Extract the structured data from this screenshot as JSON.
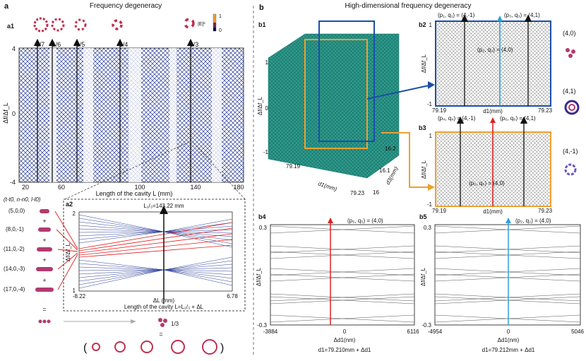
{
  "panel_a": {
    "label": "a",
    "title": "Frequency degeneracy",
    "a1": {
      "label": "a1",
      "colorbar": {
        "label": "|E|²",
        "max": "1",
        "min": "0"
      },
      "ylabel": "Δf/Δf_L",
      "yticks": [
        "4",
        "0",
        "-4"
      ],
      "xlabel": "Length of the cavity L (mm)",
      "xticks": [
        "20",
        "60",
        "100",
        "140",
        "180"
      ],
      "markers": [
        "1/7",
        "1/6",
        "1/5",
        "1/4",
        "1/3"
      ]
    },
    "a2": {
      "label": "a2",
      "title": "L₁/₃=143.22 mm",
      "ylabel": "Δf/Δf_L",
      "yticks": [
        "2",
        "1"
      ],
      "xticks": [
        "-8.22",
        "6.78"
      ],
      "xlabel": "ΔL (mm)",
      "footer": "Length of the cavity L=L₁/₃ + ΔL"
    },
    "modes_header": "(t-t0, n-n0, l-l0)",
    "modes": [
      "(5,0,0)",
      "(8,0,-1)",
      "(11,0,-2)",
      "(14,0,-3)",
      "(17,0,-4)"
    ],
    "plus": "+",
    "equals": "=",
    "ratio": "1/3"
  },
  "panel_b": {
    "label": "b",
    "title": "High-dimensional frequency degeneracy",
    "b1": {
      "label": "b1",
      "ylabel": "Δf/Δf_L",
      "yticks": [
        "1",
        "0",
        "-1"
      ],
      "d1_label": "d1(mm)",
      "d1_ticks": [
        "79.19",
        "79.23"
      ],
      "d3_label": "d3(mm)",
      "d3_ticks": [
        "16.2",
        "16.1",
        "16"
      ]
    },
    "b2": {
      "label": "b2",
      "ylabel": "Δf/Δf_L",
      "yticks": [
        "1",
        "-1"
      ],
      "xlabel": "d1(mm)",
      "xticks": [
        "79.19",
        "79.23"
      ],
      "ann": [
        "(p₁, q₁) = (4,-1)",
        "(p₂, q₂) = (4,0)",
        "(p₃, q₃) = (4,1)"
      ]
    },
    "b3": {
      "label": "b3",
      "ylabel": "Δf/Δf_L",
      "yticks": [
        "1",
        "-1"
      ],
      "xlabel": "d1(mm)",
      "xticks": [
        "79.19",
        "79.23"
      ],
      "ann": [
        "(p₄, q₄) = (4,-1)",
        "(p₅, q₅) = (4,0)",
        "(p₆, q₆) = (4,1)"
      ]
    },
    "b4": {
      "label": "b4",
      "ylabel": "Δf/Δf_L",
      "yticks": [
        "0.3",
        "-0.3"
      ],
      "xticks": [
        "-3884",
        "0",
        "6116"
      ],
      "xlabel": "Δd1(nm)",
      "footer": "d1=79.210mm + Δd1",
      "ann": "(p₅, q₅) = (4,0)"
    },
    "b5": {
      "label": "b5",
      "ylabel": "Δf/Δf_L",
      "yticks": [
        "0.3",
        "-0.3"
      ],
      "xticks": [
        "-4954",
        "0",
        "5046"
      ],
      "xlabel": "Δd1(nm)",
      "footer": "d1=79.212mm + Δd1",
      "ann": "(p₂, q₂) = (4,0)"
    },
    "side_labels": [
      "(4,0)",
      "(4,1)",
      "(4,-1)"
    ]
  },
  "colors": {
    "blue": "#2a3d99",
    "red": "#e02020",
    "teal": "#1f8f84",
    "orange": "#f0a030",
    "navy": "#1c4fa8",
    "cyan": "#30a0d8",
    "gray": "#555555"
  }
}
